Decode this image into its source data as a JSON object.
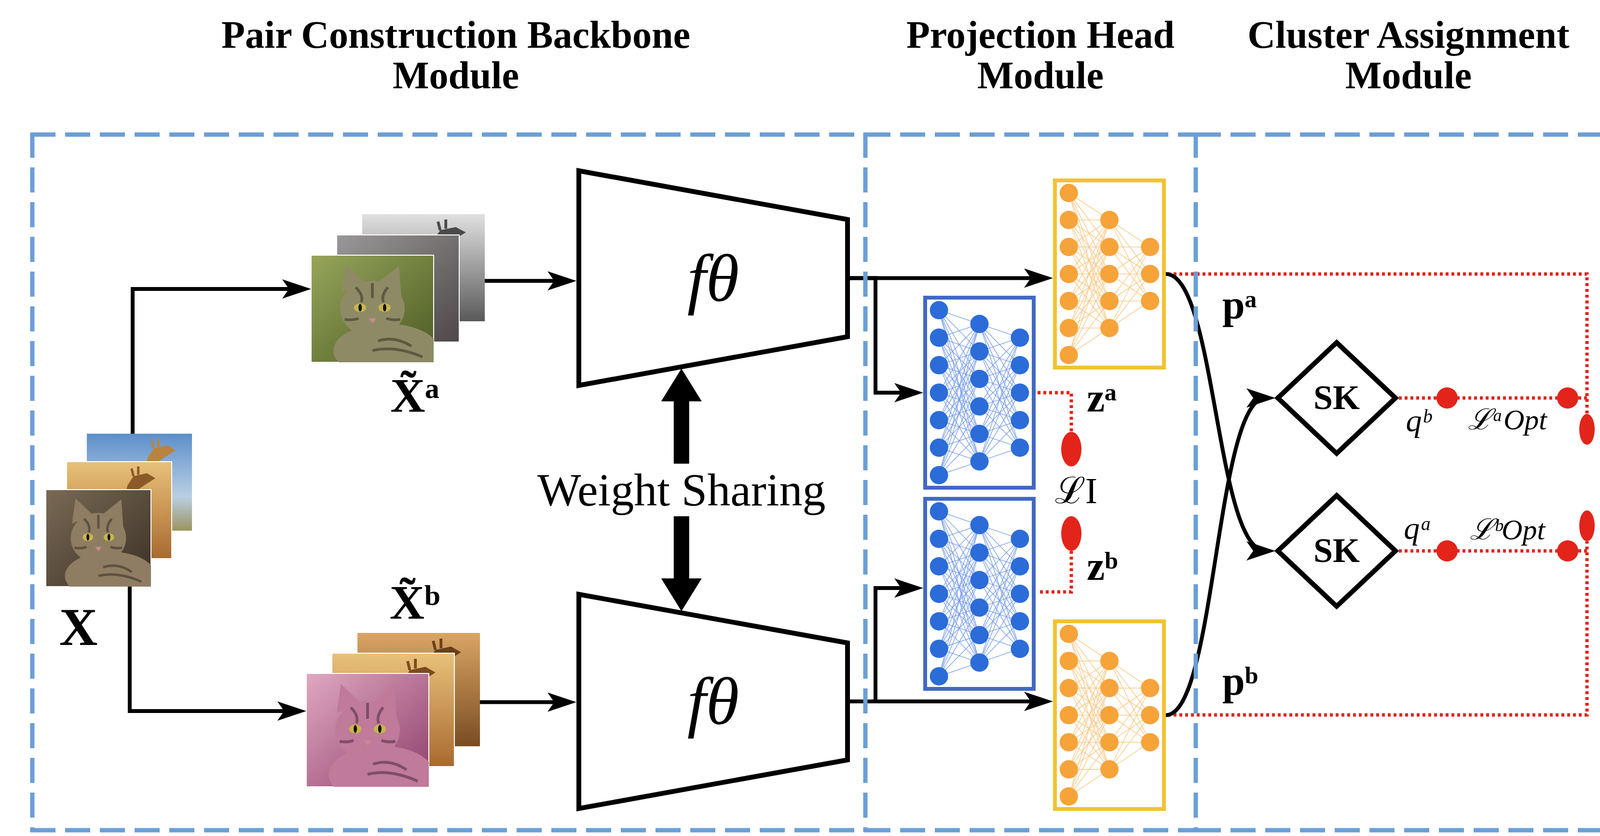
{
  "diagram": {
    "nodes": [
      {
        "text": [
          "Pair Construction Backbone Module"
        ]
      },
      {
        "text": [
          "X"
        ],
        "in": 0
      },
      {
        "text": [
          "X̃ᵃ"
        ],
        "in": 0
      },
      {
        "text": [
          "X̃ᵇ"
        ],
        "in": 0
      },
      {
        "text": [
          "fθ"
        ],
        "in": 0
      },
      {
        "text": [
          "fθ"
        ],
        "in": 0
      },
      {
        "text": [
          "Projection Head Module"
        ]
      },
      {
        "text": [
          "pᵃ"
        ],
        "in": 6
      },
      {
        "text": [
          "zᵃ"
        ],
        "in": 6
      },
      {
        "text": [
          "zᵇ"
        ],
        "in": 6
      },
      {
        "text": [
          "pᵇ"
        ],
        "in": 6
      },
      {
        "text": [
          "Cluster Assignment Module"
        ]
      },
      {
        "text": [
          "SK"
        ],
        "in": 11
      },
      {
        "text": [
          "SK"
        ],
        "in": 11
      }
    ],
    "edges": [
      {
        "from": 1,
        "to": 2,
        "arrow": "to"
      },
      {
        "from": 1,
        "to": 3,
        "arrow": "to"
      },
      {
        "from": 2,
        "to": 4,
        "arrow": "to"
      },
      {
        "from": 3,
        "to": 5,
        "arrow": "to"
      },
      {
        "from": 4,
        "to": 5,
        "arrow": "both",
        "label": "Weight Sharing"
      },
      {
        "from": 4,
        "to": 7,
        "arrow": "to"
      },
      {
        "from": 4,
        "to": 8,
        "arrow": "to"
      },
      {
        "from": 5,
        "to": 10,
        "arrow": "to"
      },
      {
        "from": 5,
        "to": 9,
        "arrow": "to"
      },
      {
        "from": 7,
        "to": 13,
        "arrow": "to"
      },
      {
        "from": 10,
        "to": 12,
        "arrow": "to"
      }
    ],
    "labels": [
      "ℒI",
      "qᵇ",
      "ℒᵃOpt",
      "qᵃ",
      "ℒᵇOpt"
    ]
  }
}
